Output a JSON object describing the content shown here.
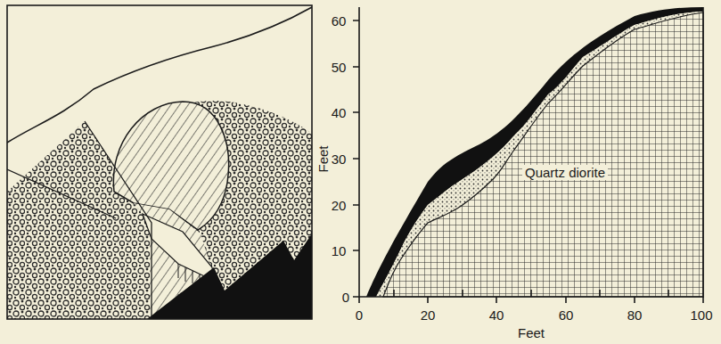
{
  "diagram": {
    "labels": [
      "60",
      "50",
      "40",
      "30",
      "20",
      "10",
      "0",
      "Feet",
      "0",
      "20",
      "40",
      "60",
      "80",
      "100",
      "Feet",
      "Quartz diorite"
    ]
  }
}
